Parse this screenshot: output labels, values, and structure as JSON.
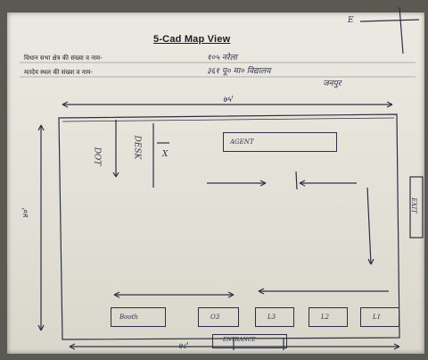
{
  "document": {
    "title": "5-Cad Map View",
    "fields": [
      {
        "label": "विधान सभा क्षेत्र की संख्या व नाम-",
        "value": "१०५ नरेला"
      },
      {
        "label": "मतदेय स्थल की संख्या व नाम-",
        "value": "३६१ पू० मा० विद्यालय"
      }
    ],
    "field2_value_line2": "जनपुर",
    "sketch": {
      "top_dimension": "७५'",
      "left_dimension": "४०'",
      "bottom_dimension": "७८'",
      "door_label": "DOT",
      "table_label": "DESK",
      "small_mark": "X",
      "agent_box": "AGENT",
      "right_side_box": "EXIT",
      "booths": [
        "Booth",
        "O3",
        "L3",
        "L2",
        "L1"
      ],
      "bottom_label": "ENTRANCE"
    },
    "top_right_mark": "E"
  }
}
